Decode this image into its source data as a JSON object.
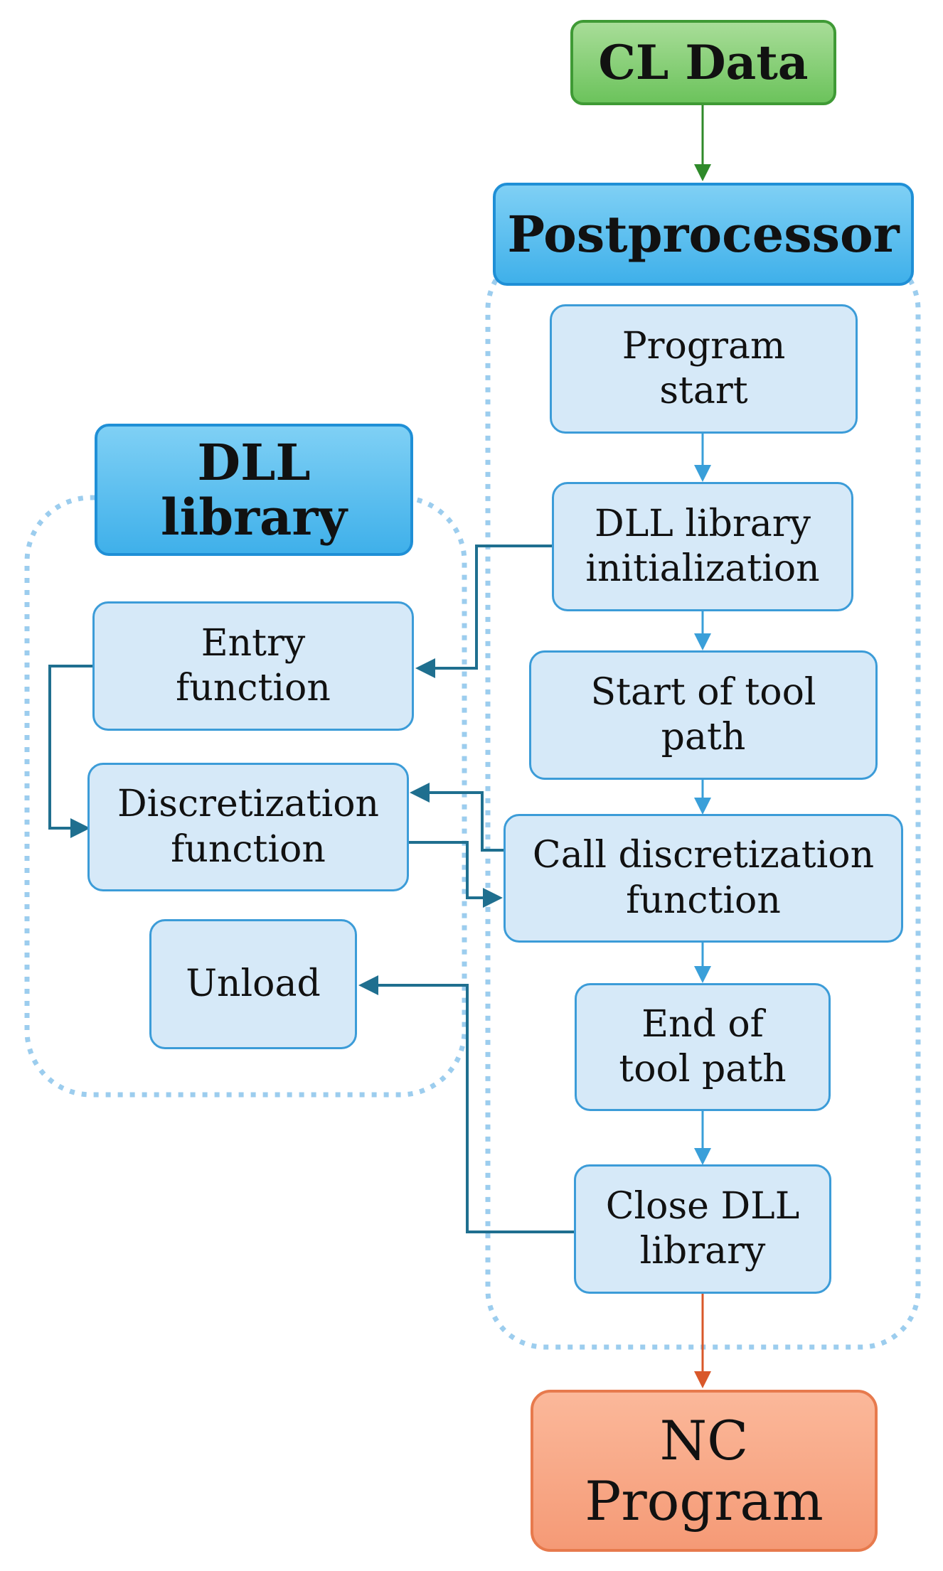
{
  "cl_data": {
    "label": "CL Data"
  },
  "postprocessor": {
    "label": "Postprocessor",
    "steps": [
      {
        "line1": "Program",
        "line2": "start"
      },
      {
        "line1": "DLL library",
        "line2": "initialization"
      },
      {
        "line1": "Start of tool",
        "line2": "path"
      },
      {
        "line1": "Call discretization",
        "line2": "function"
      },
      {
        "line1": "End of",
        "line2": "tool path"
      },
      {
        "line1": "Close DLL",
        "line2": "library"
      }
    ]
  },
  "dll_library": {
    "line1": "DLL",
    "line2": "library",
    "functions": [
      {
        "line1": "Entry",
        "line2": "function"
      },
      {
        "line1": "Discretization",
        "line2": "function"
      },
      {
        "line1": "Unload"
      }
    ]
  },
  "nc_program": {
    "line1": "NC",
    "line2": "Program"
  },
  "colors": {
    "flow_arrow": "#3a9fd9",
    "link_arrow": "#1f6f8f",
    "cl_arrow": "#2f8a2a",
    "nc_arrow": "#d9582a",
    "group_border": "#9ccdee"
  }
}
